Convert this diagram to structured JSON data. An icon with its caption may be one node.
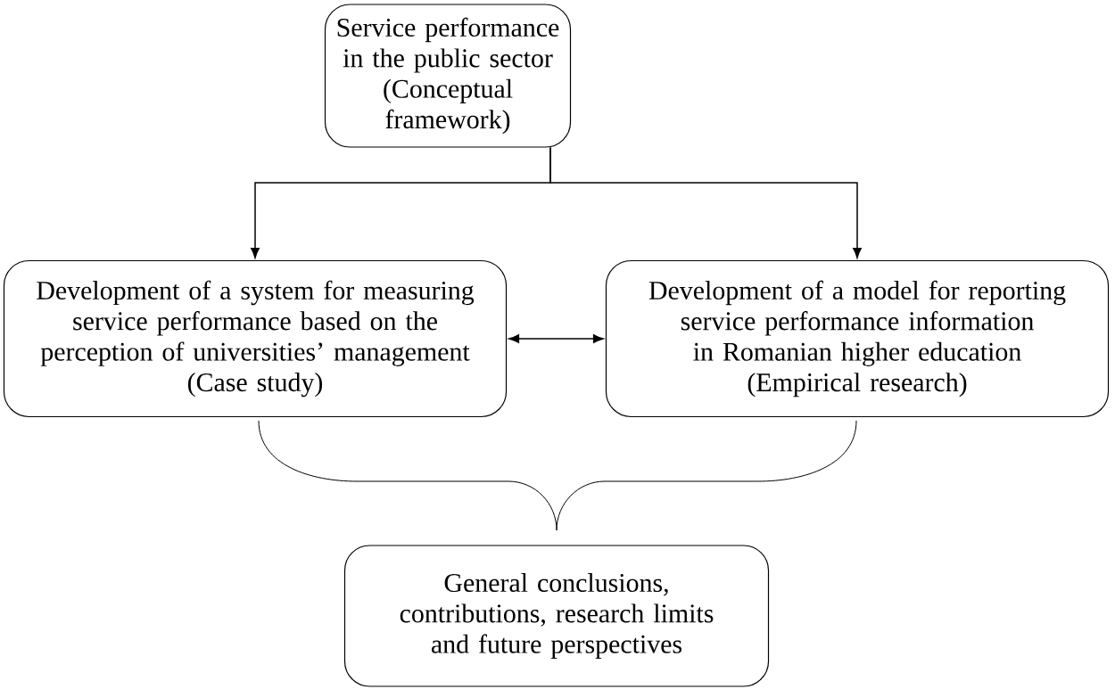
{
  "diagram": {
    "nodes": [
      {
        "text": [
          "Service performance in the public sector",
          "(Conceptual framework)"
        ]
      },
      {
        "text": [
          "Development of a system for measuring service performance based on the perception of universities’ management",
          "(Case study)"
        ]
      },
      {
        "text": [
          "Development of a model for reporting service performance information in Romanian higher education",
          "(Empirical research)"
        ]
      },
      {
        "text": [
          "General conclusions, contributions, research limits and future perspectives"
        ]
      }
    ],
    "edges": [
      {
        "from": 0,
        "to": 1,
        "arrow": "to"
      },
      {
        "from": 0,
        "to": 2,
        "arrow": "to"
      },
      {
        "from": 1,
        "to": 2,
        "arrow": "both"
      }
    ]
  }
}
